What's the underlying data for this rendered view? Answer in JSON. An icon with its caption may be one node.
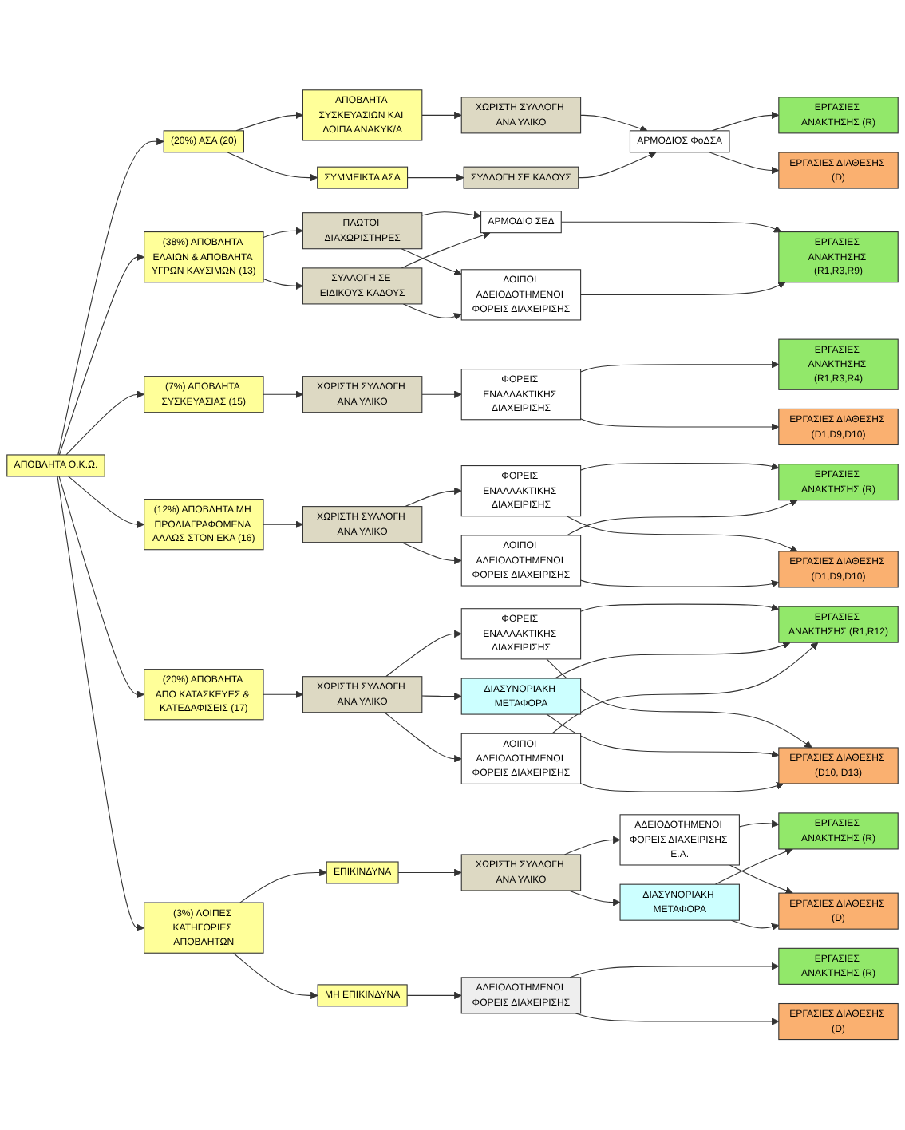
{
  "diagram": {
    "nodes": [
      {
        "text": [
          "ΑΠΟΒΛΗΤΑ Ο.Κ.Ω."
        ]
      },
      {
        "text": [
          "(20%) ΑΣΑ (20)"
        ]
      },
      {
        "text": [
          "ΑΠΟΒΛΗΤΑ ΣΥΣΚΕΥΑΣΙΩΝ ΚΑΙ ΛΟΙΠΑ ΑΝΑΚΥΚ/Α"
        ]
      },
      {
        "text": [
          "ΣΥΜΜΕΙΚΤΑ ΑΣΑ"
        ]
      },
      {
        "text": [
          "ΧΩΡΙΣΤΗ ΣΥΛΛΟΓΗ ΑΝΑ ΥΛΙΚΟ"
        ]
      },
      {
        "text": [
          "ΣΥΛΛΟΓΗ ΣΕ ΚΑΔΟΥΣ"
        ]
      },
      {
        "text": [
          "ΑΡΜΟΔΙΟΣ ΦοΔΣΑ"
        ]
      },
      {
        "text": [
          "ΕΡΓΑΣΙΕΣ ΑΝΑΚΤΗΣΗΣ (R)"
        ]
      },
      {
        "text": [
          "ΕΡΓΑΣΙΕΣ ΔΙΑΘΕΣΗΣ (D)"
        ]
      },
      {
        "text": [
          "(38%) ΑΠΟΒΛΗΤΑ ΕΛΑΙΩΝ & ΑΠΟΒΛΗΤΑ ΥΓΡΩΝ ΚΑΥΣΙΜΩΝ (13)"
        ]
      },
      {
        "text": [
          "ΠΛΩΤΟΙ ΔΙΑΧΩΡΙΣΤΗΡΕΣ"
        ]
      },
      {
        "text": [
          "ΣΥΛΛΟΓΗ ΣΕ ΕΙΔΙΚΟΥΣ ΚΑΔΟΥΣ"
        ]
      },
      {
        "text": [
          "ΑΡΜΟΔΙΟ ΣΕΔ"
        ]
      },
      {
        "text": [
          "ΛΟΙΠΟΙ ΑΔΕΙΟΔΟΤΗΜΕΝΟΙ ΦΟΡΕΙΣ ΔΙΑΧΕΙΡΙΣΗΣ"
        ]
      },
      {
        "text": [
          "ΕΡΓΑΣΙΕΣ ΑΝΑΚΤΗΣΗΣ (R1,R3,R9)"
        ]
      },
      {
        "text": [
          "(7%) ΑΠΟΒΛΗΤΑ ΣΥΣΚΕΥΑΣΙΑΣ (15)"
        ]
      },
      {
        "text": [
          "ΧΩΡΙΣΤΗ ΣΥΛΛΟΓΗ ΑΝΑ ΥΛΙΚΟ"
        ]
      },
      {
        "text": [
          "ΦΟΡΕΙΣ ΕΝΑΛΛΑΚΤΙΚΗΣ ΔΙΑΧΕΙΡΙΣΗΣ"
        ]
      },
      {
        "text": [
          "ΕΡΓΑΣΙΕΣ ΑΝΑΚΤΗΣΗΣ (R1,R3,R4)"
        ]
      },
      {
        "text": [
          "ΕΡΓΑΣΙΕΣ ΔΙΑΘΕΣΗΣ (D1,D9,D10)"
        ]
      },
      {
        "text": [
          "(12%) ΑΠΟΒΛΗΤΑ ΜΗ ΠΡΟΔΙΑΓΡΑΦΟΜΕΝΑ ΑΛΛΩΣ ΣΤΟΝ ΕΚΑ (16)"
        ]
      },
      {
        "text": [
          "ΧΩΡΙΣΤΗ ΣΥΛΛΟΓΗ ΑΝΑ ΥΛΙΚΟ"
        ]
      },
      {
        "text": [
          "ΦΟΡΕΙΣ ΕΝΑΛΛΑΚΤΙΚΗΣ ΔΙΑΧΕΙΡΙΣΗΣ"
        ]
      },
      {
        "text": [
          "ΛΟΙΠΟΙ ΑΔΕΙΟΔΟΤΗΜΕΝΟΙ ΦΟΡΕΙΣ ΔΙΑΧΕΙΡΙΣΗΣ"
        ]
      },
      {
        "text": [
          "ΕΡΓΑΣΙΕΣ ΑΝΑΚΤΗΣΗΣ (R)"
        ]
      },
      {
        "text": [
          "ΕΡΓΑΣΙΕΣ ΔΙΑΘΕΣΗΣ (D1,D9,D10)"
        ]
      },
      {
        "text": [
          "(20%) ΑΠΟΒΛΗΤΑ ΑΠΟ ΚΑΤΑΣΚΕΥΕΣ & ΚΑΤΕΔΑΦΙΣΕΙΣ (17)"
        ]
      },
      {
        "text": [
          "ΧΩΡΙΣΤΗ ΣΥΛΛΟΓΗ ΑΝΑ ΥΛΙΚΟ"
        ]
      },
      {
        "text": [
          "ΦΟΡΕΙΣ ΕΝΑΛΛΑΚΤΙΚΗΣ ΔΙΑΧΕΙΡΙΣΗΣ"
        ]
      },
      {
        "text": [
          "ΔΙΑΣΥΝΟΡΙΑΚΗ ΜΕΤΑΦΟΡΑ"
        ]
      },
      {
        "text": [
          "ΛΟΙΠΟΙ ΑΔΕΙΟΔΟΤΗΜΕΝΟΙ ΦΟΡΕΙΣ ΔΙΑΧΕΙΡΙΣΗΣ"
        ]
      },
      {
        "text": [
          "ΕΡΓΑΣΙΕΣ ΑΝΑΚΤΗΣΗΣ (R1,R12)"
        ]
      },
      {
        "text": [
          "ΕΡΓΑΣΙΕΣ ΔΙΑΘΕΣΗΣ (D10, D13)"
        ]
      },
      {
        "text": [
          "(3%) ΛΟΙΠΕΣ ΚΑΤΗΓΟΡΙΕΣ ΑΠΟΒΛΗΤΩΝ"
        ]
      },
      {
        "text": [
          "ΕΠΙΚΙΝΔΥΝΑ"
        ]
      },
      {
        "text": [
          "ΜΗ ΕΠΙΚΙΝΔΥΝΑ"
        ]
      },
      {
        "text": [
          "ΧΩΡΙΣΤΗ ΣΥΛΛΟΓΗ ΑΝΑ ΥΛΙΚΟ"
        ]
      },
      {
        "text": [
          "ΑΔΕΙΟΔΟΤΗΜΕΝΟΙ ΦΟΡΕΙΣ ΔΙΑΧΕΙΡΙΣΗΣ Ε.Α."
        ]
      },
      {
        "text": [
          "ΔΙΑΣΥΝΟΡΙΑΚΗ ΜΕΤΑΦΟΡΑ"
        ]
      },
      {
        "text": [
          "ΕΡΓΑΣΙΕΣ ΑΝΑΚΤΗΣΗΣ (R)"
        ]
      },
      {
        "text": [
          "ΕΡΓΑΣΙΕΣ ΔΙΑΘΕΣΗΣ (D)"
        ]
      },
      {
        "text": [
          "ΑΔΕΙΟΔΟΤΗΜΕΝΟΙ ΦΟΡΕΙΣ ΔΙΑΧΕΙΡΙΣΗΣ"
        ]
      },
      {
        "text": [
          "ΕΡΓΑΣΙΕΣ ΑΝΑΚΤΗΣΗΣ (R)"
        ]
      },
      {
        "text": [
          "ΕΡΓΑΣΙΕΣ ΔΙΑΘΕΣΗΣ (D)"
        ]
      }
    ],
    "edges": [
      {
        "from": 0,
        "to": 1,
        "arrow": "to"
      },
      {
        "from": 1,
        "to": 2,
        "arrow": "to"
      },
      {
        "from": 1,
        "to": 3,
        "arrow": "to"
      },
      {
        "from": 2,
        "to": 4,
        "arrow": "to"
      },
      {
        "from": 3,
        "to": 5,
        "arrow": "to"
      },
      {
        "from": 4,
        "to": 6,
        "arrow": "to"
      },
      {
        "from": 5,
        "to": 6,
        "arrow": "to"
      },
      {
        "from": 6,
        "to": 7,
        "arrow": "to"
      },
      {
        "from": 6,
        "to": 8,
        "arrow": "to"
      },
      {
        "from": 0,
        "to": 9,
        "arrow": "to"
      },
      {
        "from": 9,
        "to": 10,
        "arrow": "to"
      },
      {
        "from": 9,
        "to": 11,
        "arrow": "to"
      },
      {
        "from": 10,
        "to": 12,
        "arrow": "to"
      },
      {
        "from": 10,
        "to": 13,
        "arrow": "to"
      },
      {
        "from": 11,
        "to": 12,
        "arrow": "to"
      },
      {
        "from": 11,
        "to": 13,
        "arrow": "to"
      },
      {
        "from": 12,
        "to": 14,
        "arrow": "to"
      },
      {
        "from": 13,
        "to": 14,
        "arrow": "to"
      },
      {
        "from": 0,
        "to": 15,
        "arrow": "to"
      },
      {
        "from": 15,
        "to": 16,
        "arrow": "to"
      },
      {
        "from": 16,
        "to": 17,
        "arrow": "to"
      },
      {
        "from": 17,
        "to": 18,
        "arrow": "to"
      },
      {
        "from": 17,
        "to": 19,
        "arrow": "to"
      },
      {
        "from": 0,
        "to": 20,
        "arrow": "to"
      },
      {
        "from": 20,
        "to": 21,
        "arrow": "to"
      },
      {
        "from": 21,
        "to": 22,
        "arrow": "to"
      },
      {
        "from": 21,
        "to": 23,
        "arrow": "to"
      },
      {
        "from": 22,
        "to": 24,
        "arrow": "to"
      },
      {
        "from": 22,
        "to": 25,
        "arrow": "to"
      },
      {
        "from": 23,
        "to": 24,
        "arrow": "to"
      },
      {
        "from": 23,
        "to": 25,
        "arrow": "to"
      },
      {
        "from": 0,
        "to": 26,
        "arrow": "to"
      },
      {
        "from": 26,
        "to": 27,
        "arrow": "to"
      },
      {
        "from": 27,
        "to": 28,
        "arrow": "to"
      },
      {
        "from": 27,
        "to": 29,
        "arrow": "to"
      },
      {
        "from": 27,
        "to": 30,
        "arrow": "to"
      },
      {
        "from": 28,
        "to": 31,
        "arrow": "to"
      },
      {
        "from": 28,
        "to": 32,
        "arrow": "to"
      },
      {
        "from": 29,
        "to": 31,
        "arrow": "to"
      },
      {
        "from": 29,
        "to": 32,
        "arrow": "to"
      },
      {
        "from": 30,
        "to": 31,
        "arrow": "to"
      },
      {
        "from": 30,
        "to": 32,
        "arrow": "to"
      },
      {
        "from": 0,
        "to": 33,
        "arrow": "to"
      },
      {
        "from": 33,
        "to": 34,
        "arrow": "to"
      },
      {
        "from": 33,
        "to": 35,
        "arrow": "to"
      },
      {
        "from": 34,
        "to": 36,
        "arrow": "to"
      },
      {
        "from": 36,
        "to": 37,
        "arrow": "to"
      },
      {
        "from": 36,
        "to": 38,
        "arrow": "to"
      },
      {
        "from": 37,
        "to": 39,
        "arrow": "to"
      },
      {
        "from": 37,
        "to": 40,
        "arrow": "to"
      },
      {
        "from": 38,
        "to": 39,
        "arrow": "to"
      },
      {
        "from": 38,
        "to": 40,
        "arrow": "to"
      },
      {
        "from": 35,
        "to": 41,
        "arrow": "to"
      },
      {
        "from": 41,
        "to": 42,
        "arrow": "to"
      },
      {
        "from": 41,
        "to": 43,
        "arrow": "to"
      }
    ]
  }
}
